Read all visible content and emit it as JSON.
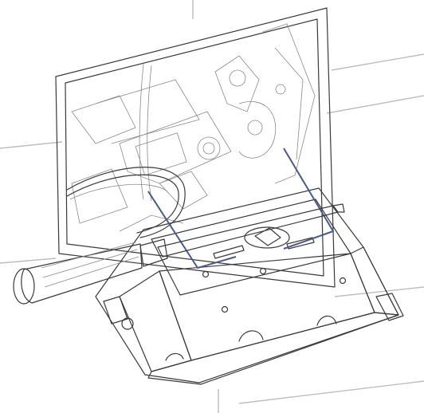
{
  "figure": {
    "colors": {
      "background": "#ffffff",
      "outline": "#3a3a3a",
      "tile_grout": "#bdbdbd",
      "panel_fill": "#f4f4f4",
      "cover_fill": "#e9e9e9",
      "cover_shadow": "#cfcfcf",
      "screwdriver_handle": "#8a8a8a",
      "screwdriver_shaft": "#d9d9d9",
      "wire_hook": "#4a5a8a"
    },
    "icons": [
      "wall-tile-grid",
      "recess-opening",
      "internal-mechanism",
      "flush-cover-plate",
      "screwdriver",
      "wire-hook"
    ]
  }
}
